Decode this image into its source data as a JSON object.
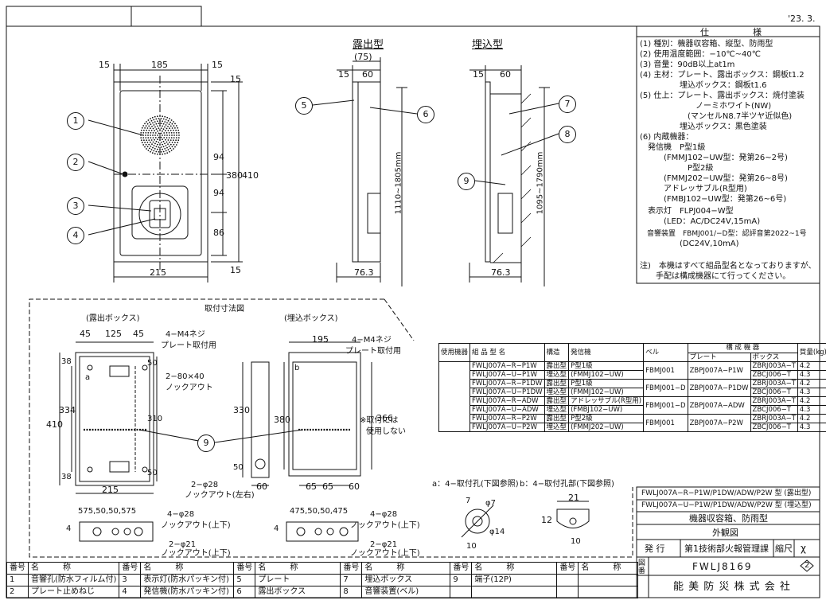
{
  "date": "'23. 3.",
  "views": {
    "exposed": "露出型",
    "flush": "埋込型",
    "mount_title": "取付寸法図",
    "exposed_box": "(露出ボックス)",
    "flush_box": "(埋込ボックス)"
  },
  "front_dims": {
    "top_15a": "15",
    "top_185": "185",
    "top_15b": "15",
    "right_15a": "15",
    "right_94a": "94",
    "right_94b": "94",
    "right_86": "86",
    "right_15b": "15",
    "right_380": "380",
    "right_410": "410",
    "bottom_215": "215"
  },
  "side_dims": {
    "s_75": "(75)",
    "s_15": "15",
    "s_60": "60",
    "s_763": "76.3",
    "s_range": "1110~1805mm",
    "f_15": "15",
    "f_60": "60",
    "f_763": "76.3",
    "f_range": "1095~1790mm"
  },
  "callouts": [
    "1",
    "2",
    "3",
    "4",
    "5",
    "6",
    "7",
    "8",
    "9"
  ],
  "mount_dims": {
    "m45a": "45",
    "m125": "125",
    "m45b": "45",
    "m4m4a": "4−M4ネジ",
    "mplate_a": "プレート取付用",
    "m280": "2−80×40",
    "mknock": "ノックアウト",
    "m50a": "50",
    "m310": "310",
    "m50b": "50",
    "m38a": "38",
    "m38b": "38",
    "m410": "410",
    "m334": "334",
    "m215": "215",
    "m330": "330",
    "m380": "380",
    "m50c": "50",
    "m2phi28": "2−φ28",
    "mknock_lr": "ノックアウト(左右)",
    "m60a": "60",
    "m195": "195",
    "m4m4b": "4−M4ネジ",
    "mplate_b": "プレート取付用",
    "m366": "366",
    "note1": "※取付には",
    "note2": "使用しない",
    "m65a": "65",
    "m65b": "65",
    "m60b": "60",
    "label_a": "a",
    "label_b": "b"
  },
  "bottom_dims": {
    "b575": "575,50,50,575",
    "b4phi28": "4−φ28",
    "bknock_a": "ノックアウト(上下)",
    "b2phi21": "2−φ21",
    "bknock_b": "ノックアウト(上下)",
    "b4a": "4",
    "b475": "475,50,50,475",
    "b4phi28b": "4−φ28",
    "bknock_c": "ノックアウト(上下)",
    "b2phi21b": "2−φ21",
    "bknock_d": "ノックアウト(上下)",
    "b4b": "4"
  },
  "hole_detail": {
    "a_title": "a：4−取付孔(下図参照)",
    "b_title": "b：4−取付孔部(下図参照)",
    "a7": "7",
    "a7b": "φ7",
    "a10": "10",
    "a14": "φ14",
    "b21": "21",
    "b12": "12",
    "b10": "10"
  },
  "spec": {
    "header": "仕　　　　　様",
    "lines": [
      "(1) 種別：機器収容箱、縦型、防雨型",
      "(2) 使用温度範囲：−10℃~40℃",
      "(3) 音量：90dB以上at1m",
      "(4) 主材：プレート、露出ボックス：鋼板t1.2",
      "　　　　　埋込ボックス：鋼板t1.6",
      "(5) 仕上：プレート、露出ボックス：焼付塗装",
      "　　　　　　　ノーミホワイト(NW)",
      "　　　　　　(マンセルN8.7半ツヤ近似色)",
      "　　　　　埋込ボックス：黒色塗装",
      "(6) 内蔵機器：",
      "　発信機　P型1級",
      "　　　(FMMJ102−UW型：発第26~2号)",
      "　　　　　　P型2級",
      "　　　(FMMJ202−UW型：発第26~8号)",
      "　　　アドレッサブル(R型用)",
      "　　　(FMBJ102−UW型：発第26~6号)",
      "　表示灯　FLPJ004−W型",
      "　　　(LED：AC/DC24V,15mA)",
      "　音響装置　FBMJ001/−D型：認評音第2022~1号",
      "　　　　　(DC24V,10mA)",
      "",
      "注)　本機はすべて組品型名となっておりますが、",
      "　　手配は構成機器にて行ってください。"
    ]
  },
  "config_table": {
    "headers": [
      "使用機器",
      "組 品 型 名",
      "構造",
      "発信機",
      "ベル",
      "プレート",
      "ボックス",
      "質量(kg)"
    ],
    "group_header": "構 成 機 器",
    "rows": [
      [
        "FWLJ007A−R−P1W",
        "露出型",
        "P型1級",
        "FBMJ001",
        "ZBPJ007A−P1W",
        "ZBRJ003A−T",
        "4.2"
      ],
      [
        "FWLJ007A−U−P1W",
        "埋込型",
        "(FMMJ102−UW)",
        "",
        "",
        "ZBCJ006−T",
        "4.3"
      ],
      [
        "FWLJ007A−R−P1DW",
        "露出型",
        "P型1級",
        "FBMJ001−D",
        "ZBPJ007A−P1DW",
        "ZBRJ003A−T",
        "4.2"
      ],
      [
        "FWLJ007A−U−P1DW",
        "埋込型",
        "(FMMJ102−UW)",
        "",
        "",
        "ZBCJ006−T",
        "4.3"
      ],
      [
        "FWLJ007A−R−ADW",
        "露出型",
        "アドレッサブル(R型用)",
        "FBMJ001−D",
        "ZBPJ007A−ADW",
        "ZBRJ003A−T",
        "4.2"
      ],
      [
        "FWLJ007A−U−ADW",
        "埋込型",
        "(FMBJ102−UW)",
        "",
        "",
        "ZBCJ006−T",
        "4.3"
      ],
      [
        "FWLJ007A−R−P2W",
        "露出型",
        "P型2級",
        "FBMJ001",
        "ZBPJ007A−P2W",
        "ZBRJ003A−T",
        "4.2"
      ],
      [
        "FWLJ007A−U−P2W",
        "埋込型",
        "(FMMJ202−UW)",
        "",
        "",
        "ZBCJ006−T",
        "4.3"
      ]
    ]
  },
  "title_block": {
    "model1": "FWLJ007A−R−P1W/P1DW/ADW/P2W 型 (露出型)",
    "model2": "FWLJ007A−U−P1W/P1DW/ADW/P2W 型 (埋込型)",
    "desc": "機器収容箱、防雨型",
    "view": "外観図",
    "issue_label": "発 行",
    "dept": "第1技術部火報管理課",
    "scale_label": "縮尺",
    "scale": "χ",
    "drawing_no_label": "図番",
    "drawing_no": "FWLJ8169",
    "rev": "2",
    "company": "能 美 防 災 株 式 会 社"
  },
  "parts": {
    "h_no": "番号",
    "h_name": "名　　　称",
    "items": [
      [
        "1",
        "音響孔(防水フィルム付)"
      ],
      [
        "2",
        "プレート止めねじ"
      ],
      [
        "3",
        "表示灯(防水パッキン付)"
      ],
      [
        "4",
        "発信機(防水パッキン付)"
      ],
      [
        "5",
        "プレート"
      ],
      [
        "6",
        "露出ボックス"
      ],
      [
        "7",
        "埋込ボックス"
      ],
      [
        "8",
        "音響装置(ベル)"
      ],
      [
        "9",
        "端子(12P)"
      ]
    ]
  }
}
